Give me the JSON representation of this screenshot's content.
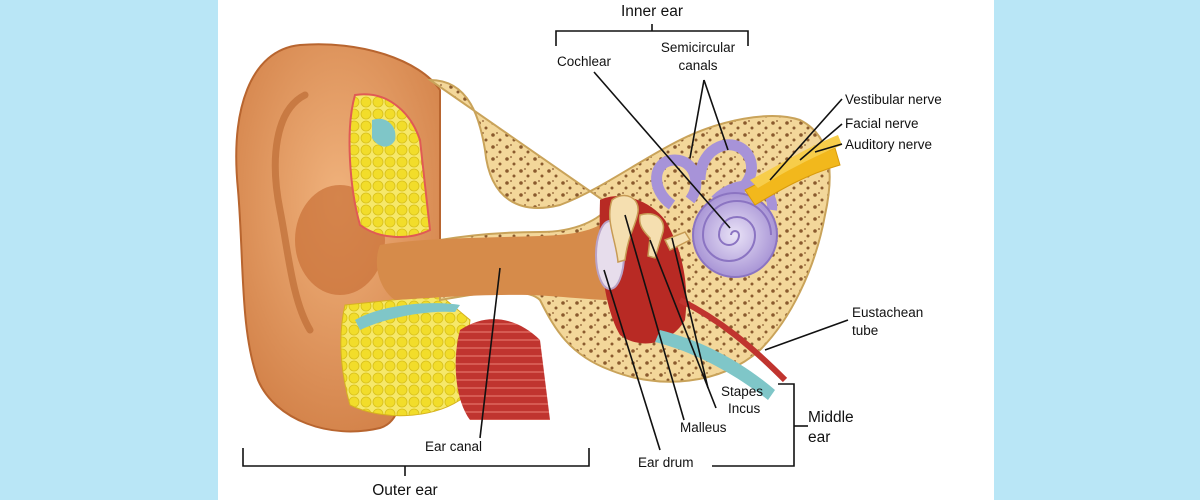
{
  "labels": {
    "inner_ear": "Inner ear",
    "cochlear": "Cochlear",
    "semicircular_1": "Semicircular",
    "semicircular_2": "canals",
    "vestibular_nerve": "Vestibular nerve",
    "facial_nerve": "Facial  nerve",
    "auditory_nerve": "Auditory nerve",
    "eustachean_1": "Eustachean",
    "eustachean_2": "tube",
    "stapes": "Stapes",
    "incus": "Incus",
    "malleus": "Malleus",
    "middle_ear_1": "Middle",
    "middle_ear_2": "ear",
    "ear_drum": "Ear drum",
    "ear_canal": "Ear canal",
    "outer_ear": "Outer ear"
  },
  "colors": {
    "background": "#b9e6f6",
    "panel": "#ffffff",
    "skin": "#e59a5c",
    "skin_dark": "#c9733b",
    "bone": "#f3d79a",
    "bone_pore": "#8a5a2e",
    "fat": "#f2e03a",
    "canal": "#d4894a",
    "cochlea": "#b7a6dd",
    "muscle": "#c0342f",
    "nerve": "#f2b81c",
    "line": "#111111"
  }
}
